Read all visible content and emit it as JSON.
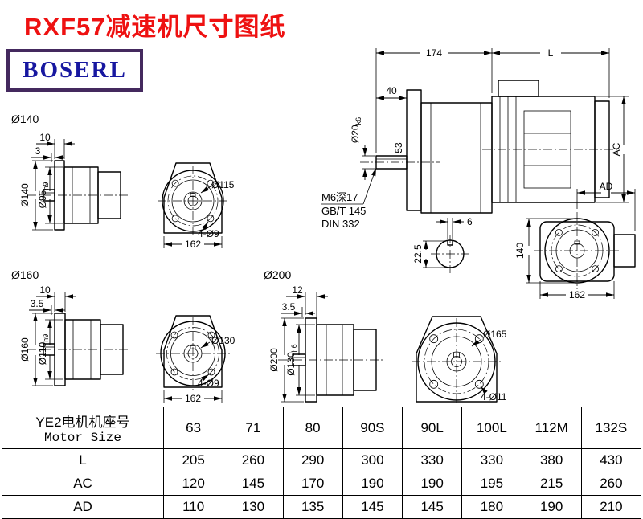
{
  "title": "RXF57减速机尺寸图纸",
  "logo": "BOSERL",
  "views": {
    "f140": {
      "label": "Ø140",
      "t1": "10",
      "t2": "3",
      "od": "Ø140",
      "spigot_dia": "Ø95",
      "spigot_tol": "h9",
      "bolt_circle": "Ø115",
      "holes": "4-Ø9",
      "width": "162"
    },
    "f160": {
      "label": "Ø160",
      "t1": "10",
      "t2": "3.5",
      "od": "Ø160",
      "spigot_dia": "Ø110",
      "spigot_tol": "h9",
      "bolt_circle": "Ø130",
      "holes": "4-Ø9",
      "width": "162"
    },
    "f200": {
      "label": "Ø200",
      "t1": "12",
      "t2": "3.5",
      "od": "Ø200",
      "spigot_dia": "Ø130",
      "spigot_tol": "h6",
      "bolt_circle": "Ø165",
      "holes": "4-Ø11"
    },
    "main": {
      "overall": "174",
      "motor_length": "L",
      "shaft_length": "40",
      "shaft_dia": "Ø20",
      "shaft_tol": "k6",
      "mid": "53",
      "motor_height": "AC",
      "note1": "M6深17",
      "note2": "GB/T 145",
      "note3": "DIN 332",
      "key_width": "6",
      "key_height": "22.5"
    },
    "side": {
      "ad": "AD",
      "height": "140",
      "width": "162"
    }
  },
  "table": {
    "header_cn": "YE2电机机座号",
    "header_en": "Motor Size",
    "columns": [
      "63",
      "71",
      "80",
      "90S",
      "90L",
      "100L",
      "112M",
      "132S"
    ],
    "rows": [
      {
        "label": "L",
        "values": [
          "205",
          "260",
          "290",
          "300",
          "330",
          "330",
          "380",
          "430"
        ]
      },
      {
        "label": "AC",
        "values": [
          "120",
          "145",
          "170",
          "190",
          "190",
          "195",
          "215",
          "260"
        ]
      },
      {
        "label": "AD",
        "values": [
          "110",
          "130",
          "135",
          "145",
          "145",
          "180",
          "190",
          "210"
        ]
      }
    ]
  }
}
